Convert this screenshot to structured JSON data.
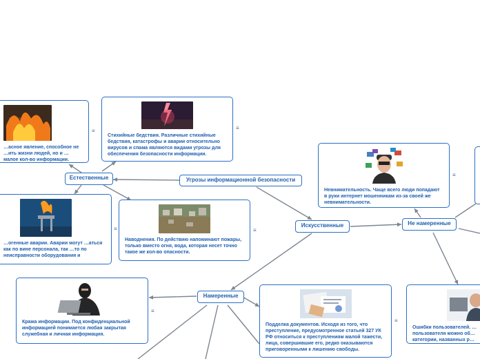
{
  "colors": {
    "line": "#7d8591",
    "border": "#2a6fc4",
    "text": "#1f5faf"
  },
  "nodes": {
    "root": "Угрозы информационной безопасности",
    "natural": "Естественные",
    "artificial": "Искусственные",
    "unintentional": "Не намеренные",
    "intentional": "Намеренные"
  },
  "cards": {
    "fire": "…асное явление, способное не …ить жизни людей, но и …малое кол-во информации.",
    "disasters": "Стихийные бедствия. Различные стихийные бедствия, катастрофы и аварии относительно вирусов и спама являются видами угрозы для обеспечения безопасности информации.",
    "manmade": "…огенные аварии. Аварии могут …аться как по вине персонала, так …то по неисправности оборудования и",
    "floods": "Наводнения. По действию напоминают пожары, только вместо огня, вода, которая несет точно такое же кол-во опасности.",
    "inattention": "Невнимательность. Чаще всего люди попадают в руки интернет мошенникам из-за своей же невнимательности.",
    "theft": "Кража информации. Под конфиденциальной информацией понимается любая закрытая служебная и личная информация.",
    "forgery": "Подделка документов. Исходя из того, что преступление, предусмотренное статьей 327 УК РФ относиться к преступлениям малой тажести, лица, совершившие его, редко оказываются приговоренными к лишению свободы.",
    "usererrors": "Ошибки пользователей. … пользователя можно об… категории, названных р…"
  },
  "note_icon": "note-icon"
}
